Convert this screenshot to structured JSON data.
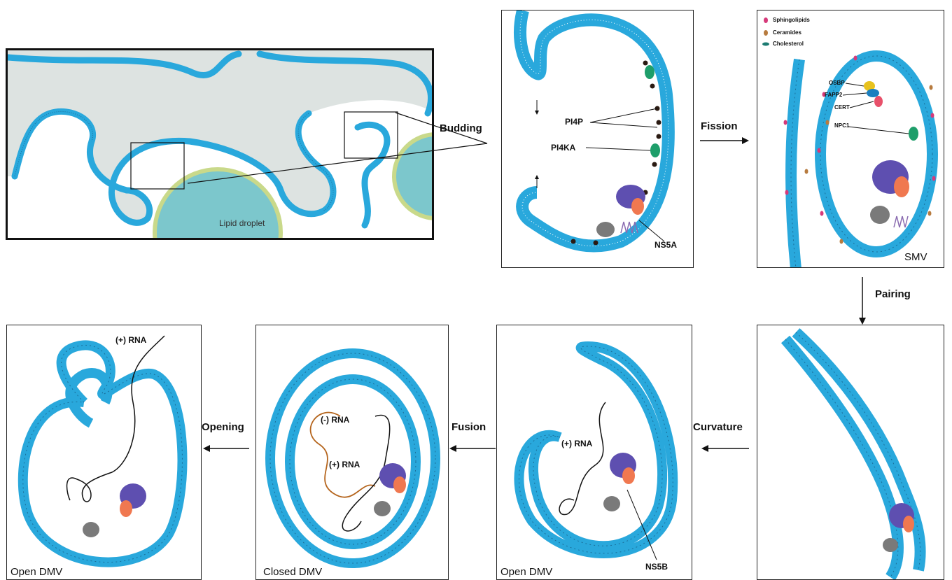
{
  "panels": {
    "overview": {
      "lipid_droplet": "Lipid droplet"
    },
    "budding": {
      "pi4p": "PI4P",
      "pi4ka": "PI4KA",
      "ns5a": "NS5A"
    },
    "smv": {
      "legend": [
        "Sphingolipids",
        "Ceramides",
        "Cholesterol"
      ],
      "osbp": "OSBP",
      "fapp2": "FAPP2",
      "cert": "CERT",
      "npc1": "NPC1",
      "caption": "SMV"
    },
    "open_dmv_1": {
      "rna_pos": "(+) RNA",
      "ns5b": "NS5B",
      "caption": "Open DMV"
    },
    "closed_dmv": {
      "rna_neg": "(-) RNA",
      "rna_pos": "(+) RNA",
      "caption": "Closed DMV"
    },
    "open_dmv_2": {
      "rna_pos": "(+) RNA",
      "caption": "Open DMV"
    }
  },
  "steps": {
    "budding": "Budding",
    "fission": "Fission",
    "pairing": "Pairing",
    "curvature": "Curvature",
    "fusion": "Fusion",
    "opening": "Opening"
  },
  "colors": {
    "membrane": "#29a8dc",
    "membrane_dark": "#1b6f9a",
    "cytoplasm": "#dde3e1",
    "lipid_droplet": "#7cc7cc",
    "ns5b_purple": "#5e4fb0",
    "orange": "#f07850",
    "grey_protein": "#7a7a7a",
    "neg_rna": "#b5651d"
  }
}
